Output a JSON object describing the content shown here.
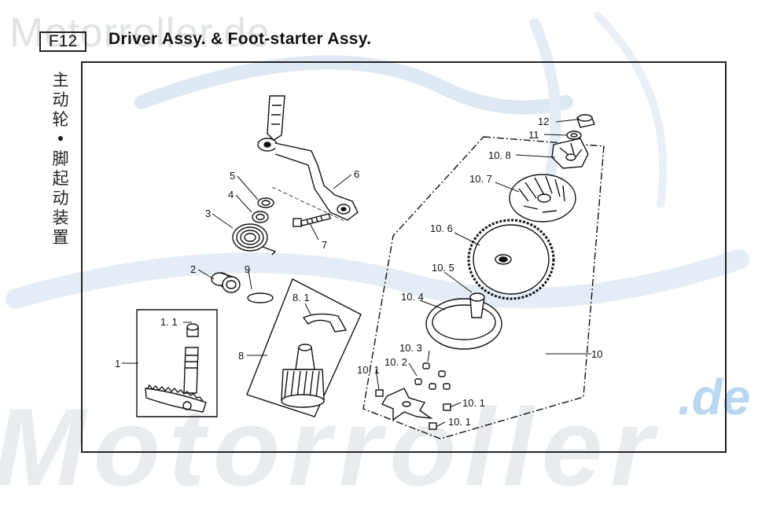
{
  "watermark": {
    "top": "Motorroller.de",
    "bottom": "Motorroller",
    "suffix": ".de"
  },
  "header": {
    "code": "F12",
    "title": "Driver Assy. & Foot-starter Assy.",
    "subtitle_cn": "主动轮•脚起动装置"
  },
  "colors": {
    "line": "#111111",
    "watermark_blue": "#b9d7ee",
    "watermark_gray": "#e3e6e9"
  },
  "callouts": [
    {
      "id": "1",
      "label": "1"
    },
    {
      "id": "1-1",
      "label": "1. 1"
    },
    {
      "id": "2",
      "label": "2"
    },
    {
      "id": "3",
      "label": "3"
    },
    {
      "id": "4",
      "label": "4"
    },
    {
      "id": "5",
      "label": "5"
    },
    {
      "id": "6",
      "label": "6"
    },
    {
      "id": "7",
      "label": "7"
    },
    {
      "id": "8",
      "label": "8"
    },
    {
      "id": "8-1",
      "label": "8. 1"
    },
    {
      "id": "9",
      "label": "9"
    },
    {
      "id": "10",
      "label": "10"
    },
    {
      "id": "10-1a",
      "label": "10. 1"
    },
    {
      "id": "10-1b",
      "label": "10. 1"
    },
    {
      "id": "10-1c",
      "label": "10. 1"
    },
    {
      "id": "10-2",
      "label": "10. 2"
    },
    {
      "id": "10-3",
      "label": "10. 3"
    },
    {
      "id": "10-4",
      "label": "10. 4"
    },
    {
      "id": "10-5",
      "label": "10. 5"
    },
    {
      "id": "10-6",
      "label": "10. 6"
    },
    {
      "id": "10-7",
      "label": "10. 7"
    },
    {
      "id": "10-8",
      "label": "10. 8"
    },
    {
      "id": "11",
      "label": "11"
    },
    {
      "id": "12",
      "label": "12"
    }
  ]
}
